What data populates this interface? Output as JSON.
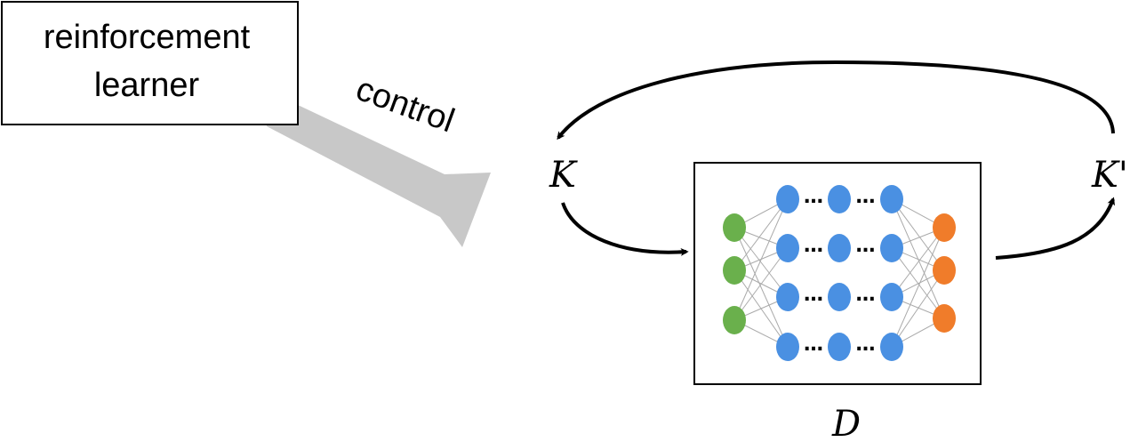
{
  "learner_box": {
    "line1": "reinforcement",
    "line2": "learner"
  },
  "control_label": "control",
  "input_label": "K",
  "output_label": "K'",
  "network_label": "D",
  "network": {
    "input_nodes": 3,
    "hidden_layers_shown": 3,
    "hidden_nodes_per_layer": 4,
    "output_nodes": 3,
    "ellipsis": "…",
    "colors": {
      "input": "#6ab04c",
      "hidden": "#4a90e2",
      "output": "#f07c2a",
      "connection": "#aaaaaa",
      "control_arrow": "#c8c8c8"
    }
  }
}
